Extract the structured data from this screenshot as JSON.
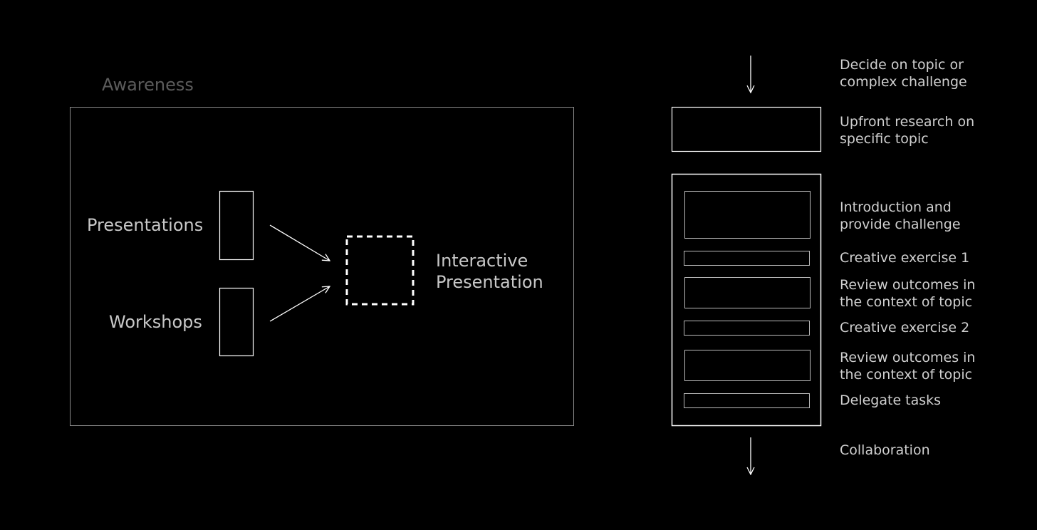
{
  "colors": {
    "background": "#000000",
    "frame_dim": "#8c8c8c",
    "frame_bright": "#ffffff",
    "text": "#c8c8c8",
    "text_dim": "#5c5c5c"
  },
  "left_panel": {
    "title": "Awareness",
    "presentations_label": "Presentations",
    "workshops_label": "Workshops",
    "result_label": "Interactive\nPresentation"
  },
  "right_panel": {
    "steps": [
      "Decide on topic or\ncomplex challenge",
      "Upfront research on\nspecific topic",
      "Introduction and\nprovide challenge",
      "Creative exercise 1",
      "Review outcomes in\nthe context of topic",
      "Creative exercise 2",
      "Review outcomes in\nthe context of topic",
      "Delegate tasks",
      "Collaboration"
    ]
  }
}
